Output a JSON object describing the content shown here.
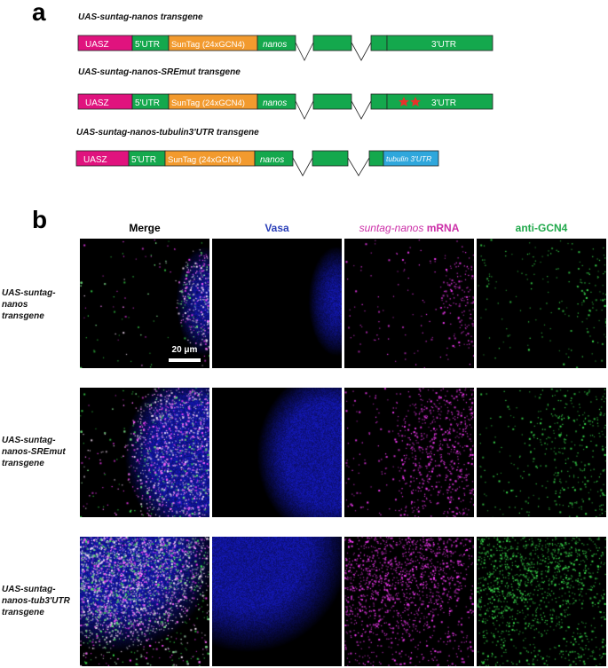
{
  "panel_a": {
    "letter": "a",
    "constructs": [
      {
        "title": "UAS-suntag-nanos transgene",
        "segments": {
          "uasz": "UASZ",
          "utr5": "5'UTR",
          "suntag": "SunTag (24xGCN4)",
          "gene": "nanos",
          "utr3": "3'UTR"
        },
        "stars": false
      },
      {
        "title": "UAS-suntag-nanos-SREmut transgene",
        "segments": {
          "uasz": "UASZ",
          "utr5": "5'UTR",
          "suntag": "SunTag (24xGCN4)",
          "gene": "nanos",
          "utr3": "3'UTR"
        },
        "stars": true
      },
      {
        "title": "UAS-suntag-nanos-tubulin3'UTR transgene",
        "segments": {
          "uasz": "UASZ",
          "utr5": "5'UTR",
          "suntag": "SunTag (24xGCN4)",
          "gene": "nanos",
          "utr3": "tubulin 3'UTR"
        },
        "stars": false
      }
    ],
    "colors": {
      "uasz": "#e0137e",
      "utr_exon": "#14a84d",
      "suntag": "#f29a2e",
      "tubulin_utr": "#2fa7dc",
      "star": "#e8322b"
    }
  },
  "panel_b": {
    "letter": "b",
    "columns": [
      {
        "label_plain": "Merge",
        "color": "#000000"
      },
      {
        "label_plain": "Vasa",
        "color": "#2a3fb8"
      },
      {
        "label_italic": "suntag-nanos",
        "label_plain": " mRNA",
        "color": "#cc2fa8"
      },
      {
        "label_plain": "anti-GCN4",
        "color": "#1fa84a"
      }
    ],
    "rows": [
      {
        "line1": "UAS-suntag-",
        "line2": "nanos",
        "line3": "transgene"
      },
      {
        "line1": "UAS-suntag-",
        "line2": "nanos-SREmut",
        "line3": "transgene"
      },
      {
        "line1": "UAS-suntag-",
        "line2": "nanos-tub3'UTR",
        "line3": "transgene"
      }
    ],
    "scale_bar": "20 μm",
    "channel_colors": {
      "vasa": "#2233ff",
      "mrna": "#ff33ff",
      "gcn4": "#33dd44"
    }
  }
}
